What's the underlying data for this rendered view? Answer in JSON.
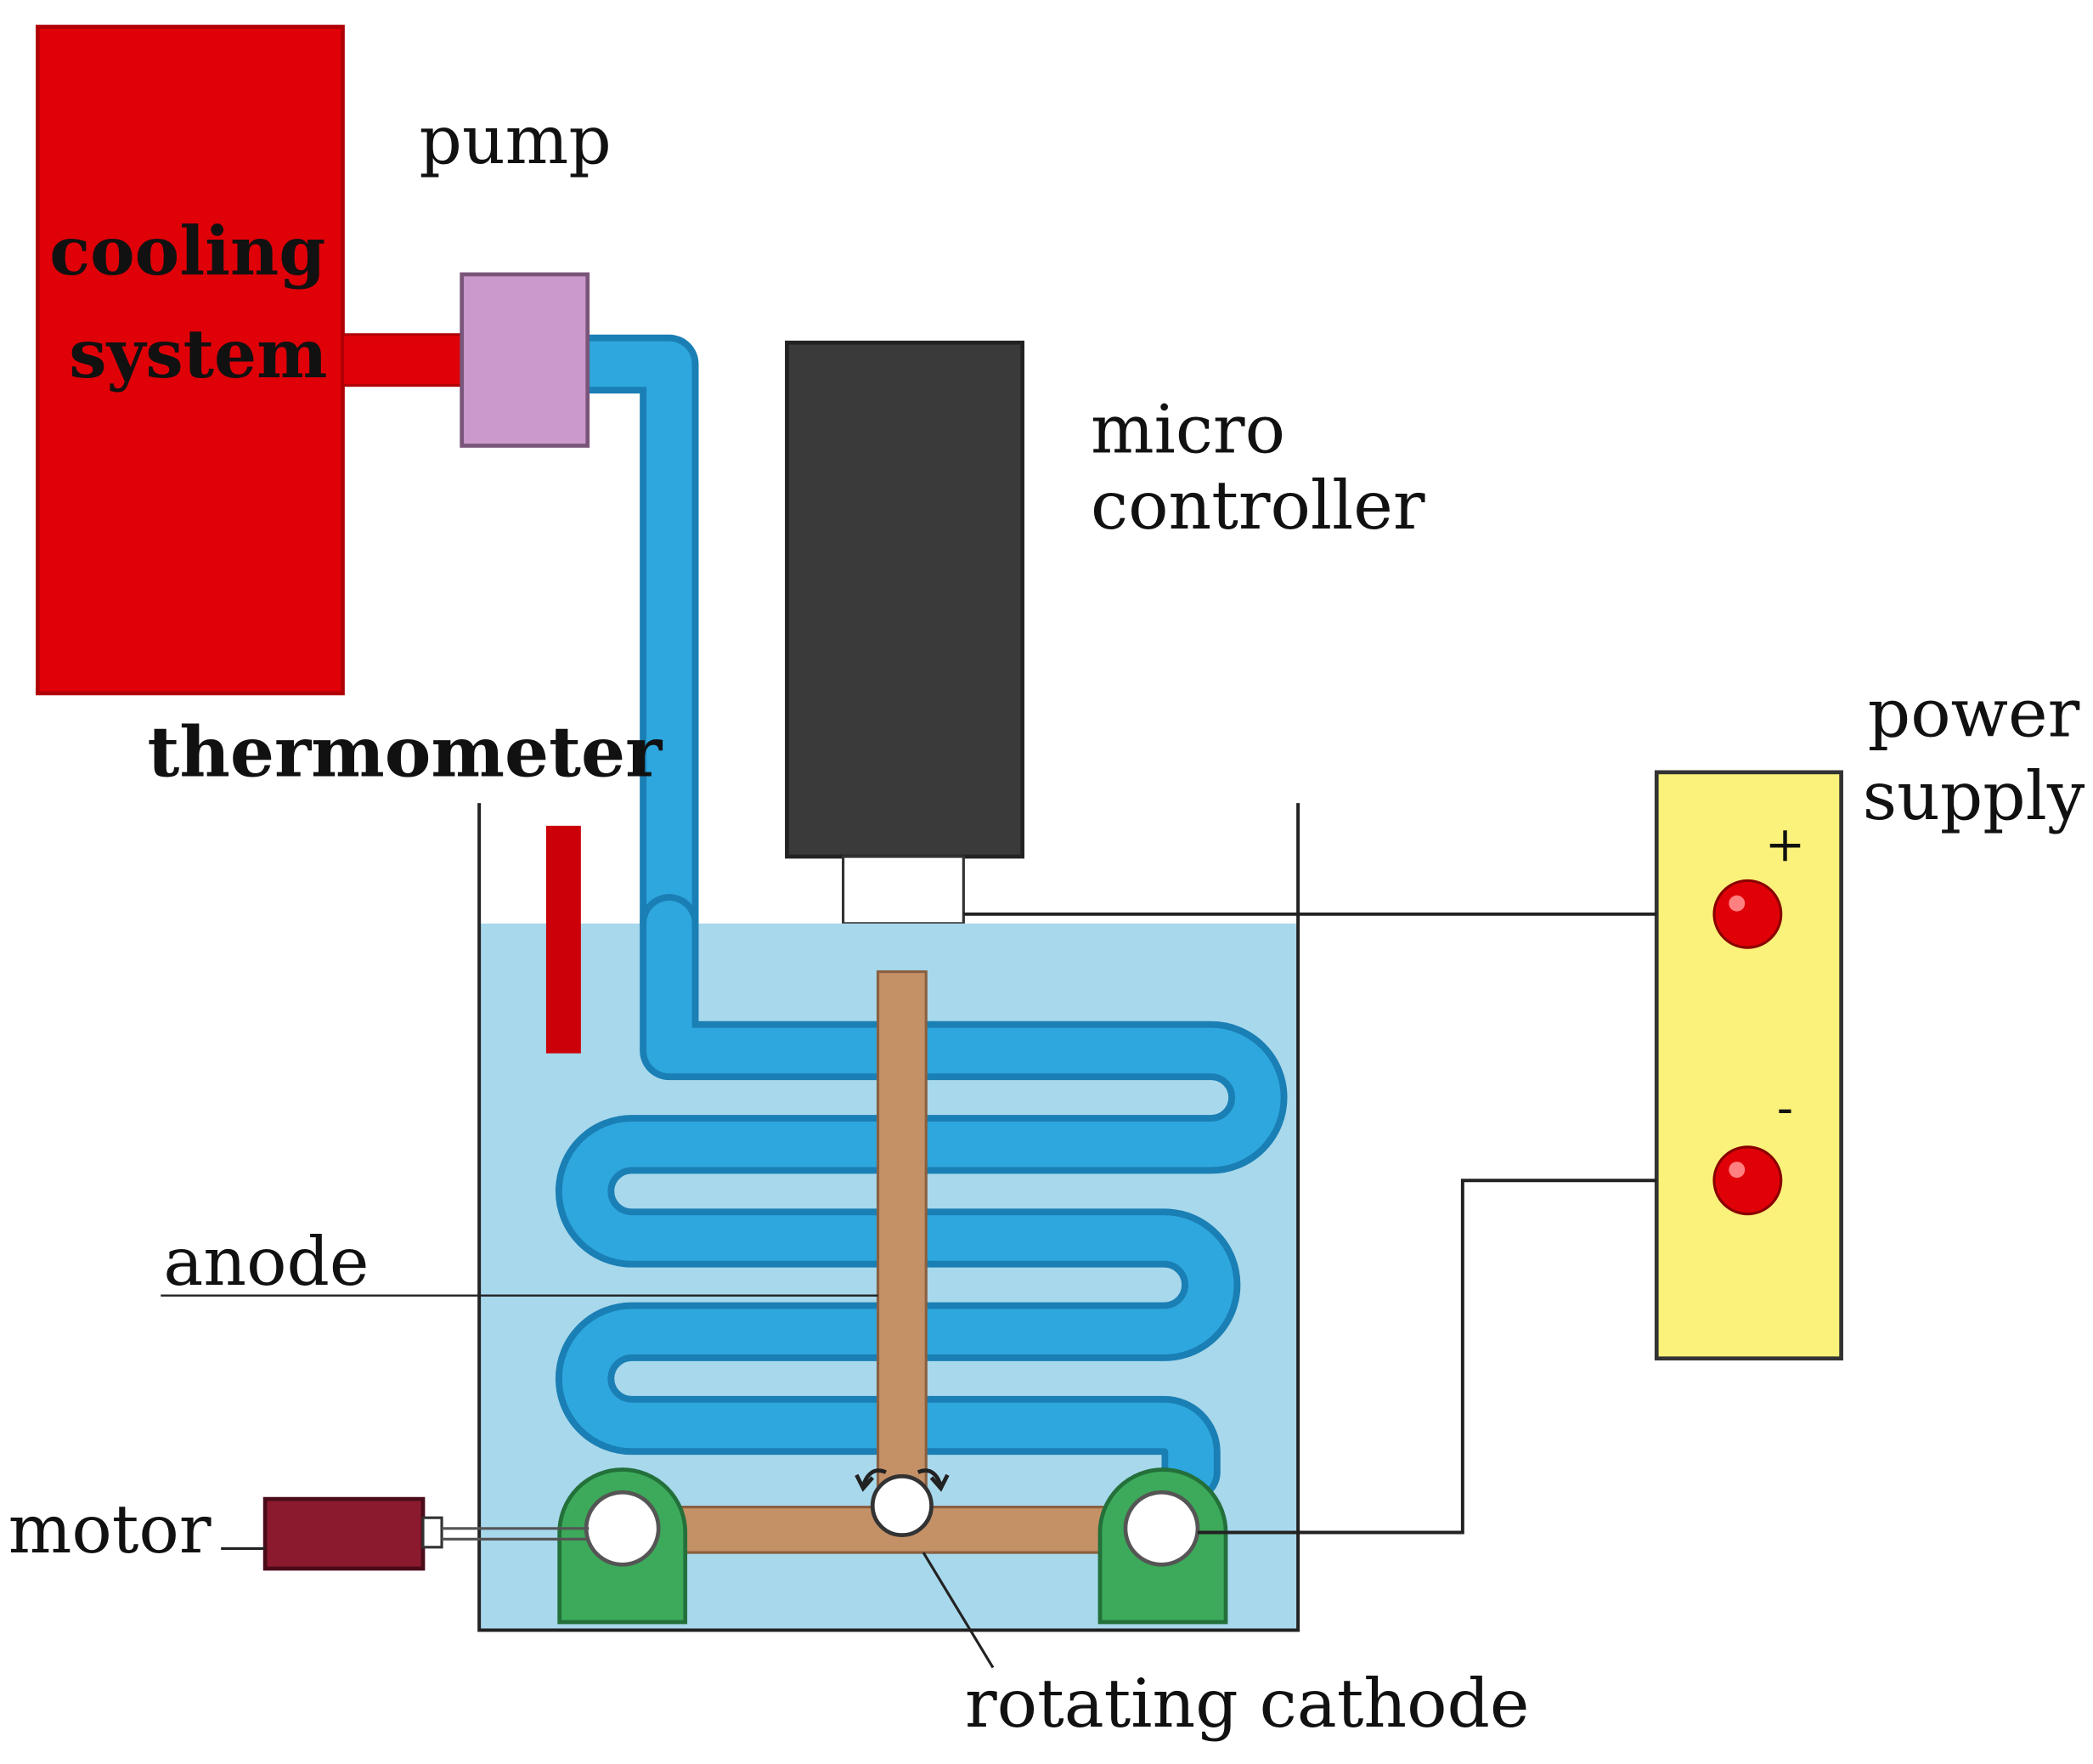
{
  "labels": {
    "cooling_line1": "cooling",
    "cooling_line2": "system",
    "pump": "pump",
    "micro_line1": "micro",
    "micro_line2": "controller",
    "thermometer": "thermometer",
    "power_line1": "power",
    "power_line2": "supply",
    "plus": "+",
    "minus": "-",
    "anode": "anode",
    "motor": "motor",
    "rotating_cathode": "rotating cathode"
  },
  "colors": {
    "cooling_system": "#e00008",
    "pump": "#cc99cc",
    "coolant_tube": "#2ea7de",
    "tube_outline": "#1a7fb4",
    "bath_water": "#a8d8ec",
    "microcontroller": "#3a3a3a",
    "cathode_rod": "#c49066",
    "thermometer": "#cc0008",
    "power_supply": "#faf27a",
    "terminal": "#e00008",
    "motor": "#8b1a2e",
    "bearing": "#3caa5a"
  },
  "icons": {
    "terminal_plus": "red-terminal-icon",
    "terminal_minus": "red-terminal-icon",
    "rotation_arrow": "rotation-arrow-icon"
  }
}
